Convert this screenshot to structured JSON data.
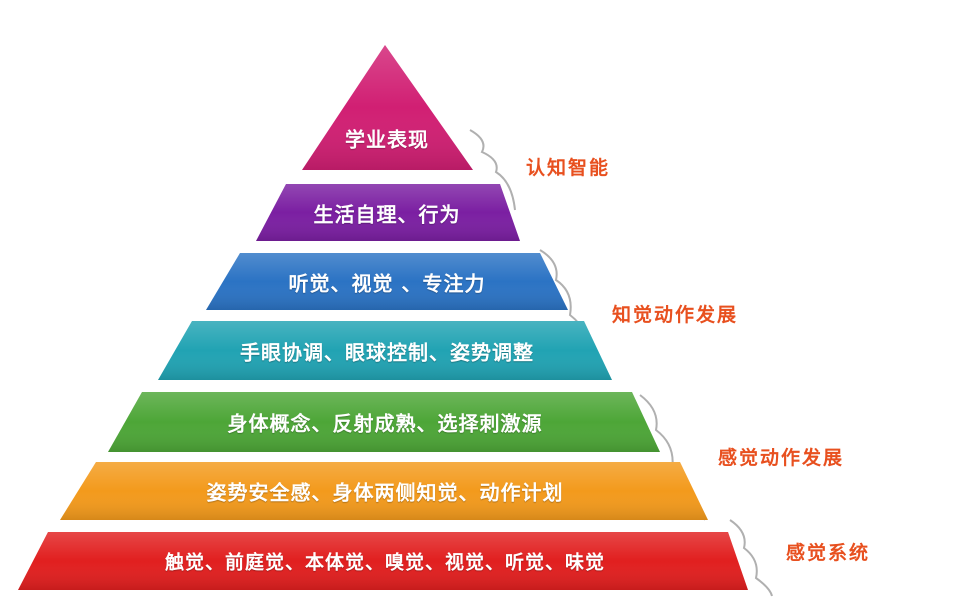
{
  "diagram": {
    "tiers": [
      {
        "label": "学业表现",
        "color": "#d11f73"
      },
      {
        "label": "生活自理、行为",
        "color": "#7b1fa2"
      },
      {
        "label": "听觉、视觉 、专注力",
        "color": "#2b73c4"
      },
      {
        "label": "手眼协调、眼球控制、姿势调整",
        "color": "#21a3b3"
      },
      {
        "label": "身体概念、反射成熟、选择刺激源",
        "color": "#4da637"
      },
      {
        "label": "姿势安全感、身体两侧知觉、动作计划",
        "color": "#f39a1c"
      },
      {
        "label": "触觉、前庭觉、本体觉、嗅觉、视觉、听觉、味觉",
        "color": "#e11f1f"
      }
    ],
    "groups": [
      {
        "label": "认知智能"
      },
      {
        "label": "知觉动作发展"
      },
      {
        "label": "感觉动作发展"
      },
      {
        "label": "感觉系统"
      }
    ]
  }
}
